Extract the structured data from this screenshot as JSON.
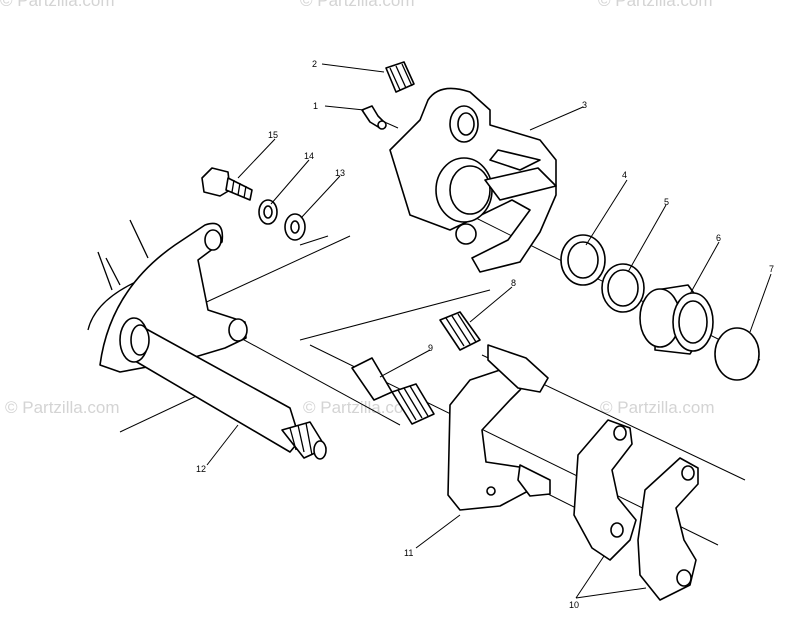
{
  "watermarks": [
    "© Partzilla.com",
    "© Partzilla.com",
    "© Partzilla.com",
    "© Partzilla.com",
    "© Partzilla.com",
    "© Partzilla.com"
  ],
  "callouts": [
    "1",
    "2",
    "3",
    "4",
    "5",
    "6",
    "7",
    "8",
    "9",
    "10",
    "11",
    "12",
    "13",
    "14",
    "15"
  ]
}
